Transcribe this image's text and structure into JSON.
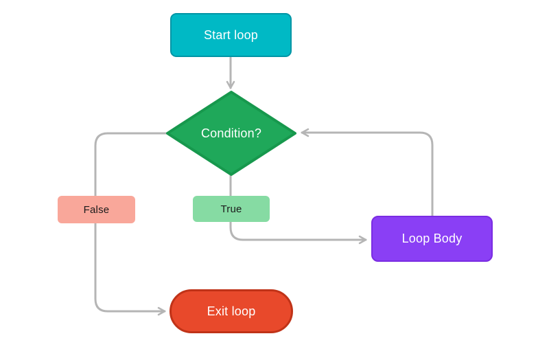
{
  "diagram": {
    "background": "#ffffff",
    "connector_color": "#b5b5b5",
    "nodes": {
      "start": {
        "label": "Start loop",
        "shape": "rounded-rect",
        "fill": "#00b9c5",
        "border": "#0095a5",
        "text_color": "#ffffff"
      },
      "condition": {
        "label": "Condition?",
        "shape": "diamond",
        "fill": "#1fa85a",
        "border": "#17984d",
        "text_color": "#ffffff"
      },
      "true_label": {
        "label": "True",
        "shape": "branch-label",
        "fill": "#86dba3",
        "text_color": "#1b1b1b"
      },
      "false_label": {
        "label": "False",
        "shape": "branch-label",
        "fill": "#f9a79a",
        "text_color": "#1b1b1b"
      },
      "loop_body": {
        "label": "Loop Body",
        "shape": "rounded-rect",
        "fill": "#8a3ff5",
        "border": "#7a2ce2",
        "text_color": "#ffffff"
      },
      "exit": {
        "label": "Exit loop",
        "shape": "stadium",
        "fill": "#e8492b",
        "border": "#c03318",
        "text_color": "#ffffff"
      }
    },
    "edges": [
      {
        "from": "start",
        "to": "condition"
      },
      {
        "from": "condition",
        "to": "loop_body",
        "branch": "True"
      },
      {
        "from": "loop_body",
        "to": "condition"
      },
      {
        "from": "condition",
        "to": "exit",
        "branch": "False"
      }
    ]
  }
}
